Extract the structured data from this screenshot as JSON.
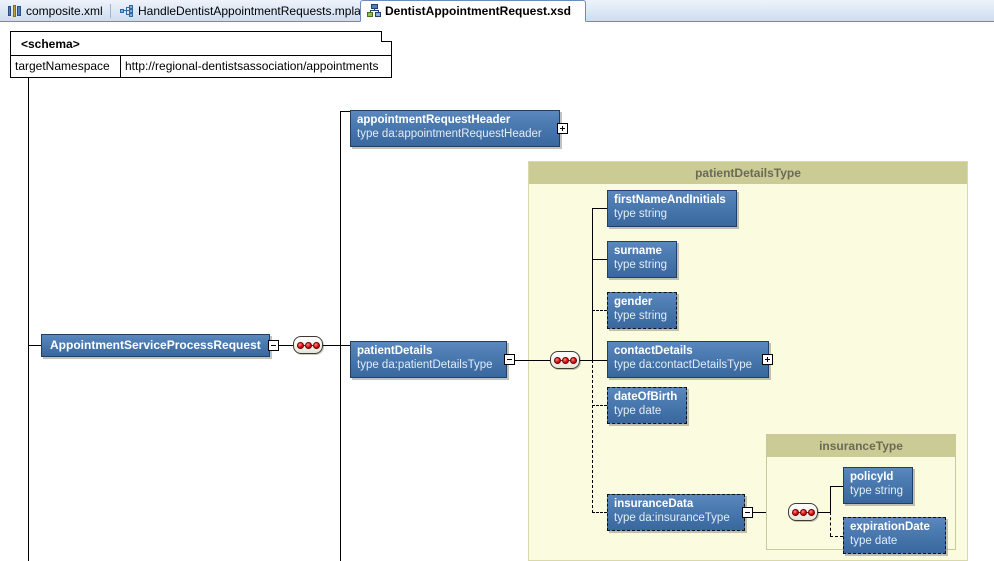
{
  "window": {
    "tabs": [
      {
        "label": "composite.xml",
        "icon": "composite-icon",
        "active": false
      },
      {
        "label": "HandleDentistAppointmentRequests.mplan",
        "icon": "mplan-icon",
        "active": false
      },
      {
        "label": "DentistAppointmentRequest.xsd",
        "icon": "xsd-schema-icon",
        "active": true
      }
    ]
  },
  "schema": {
    "title": "<schema>",
    "attribute_name": "targetNamespace",
    "attribute_value": "http://regional-dentistsassociation/appointments"
  },
  "diagram": {
    "root": {
      "name": "AppointmentServiceProcessRequest",
      "expander": "minus"
    },
    "top_children": [
      {
        "name": "appointmentRequestHeader",
        "type": "type da:appointmentRequestHeader",
        "optional": false,
        "expander": "plus"
      },
      {
        "name": "patientDetails",
        "type": "type da:patientDetailsType",
        "optional": false,
        "expander": "minus"
      }
    ],
    "containers": [
      {
        "title": "patientDetailsType",
        "children": [
          {
            "name": "firstNameAndInitials",
            "type": "type string",
            "optional": false,
            "expander": "none"
          },
          {
            "name": "surname",
            "type": "type string",
            "optional": false,
            "expander": "none"
          },
          {
            "name": "gender",
            "type": "type string",
            "optional": true,
            "expander": "none"
          },
          {
            "name": "contactDetails",
            "type": "type da:contactDetailsType",
            "optional": false,
            "expander": "plus"
          },
          {
            "name": "dateOfBirth",
            "type": "type date",
            "optional": true,
            "expander": "none"
          },
          {
            "name": "insuranceData",
            "type": "type da:insuranceType",
            "optional": true,
            "expander": "minus"
          }
        ]
      },
      {
        "title": "insuranceType",
        "children": [
          {
            "name": "policyId",
            "type": "type string",
            "optional": false,
            "expander": "none"
          },
          {
            "name": "expirationDate",
            "type": "type date",
            "optional": true,
            "expander": "none"
          }
        ]
      }
    ],
    "connector_label": "sequence-connector"
  },
  "colors": {
    "node_fill": "#4a7ab0",
    "node_border": "#1d3f68",
    "container_header": "#cbcb96",
    "container_body": "#fbfbdf",
    "tabbar": "#dce7f5",
    "accent": "#6a8cbe"
  }
}
